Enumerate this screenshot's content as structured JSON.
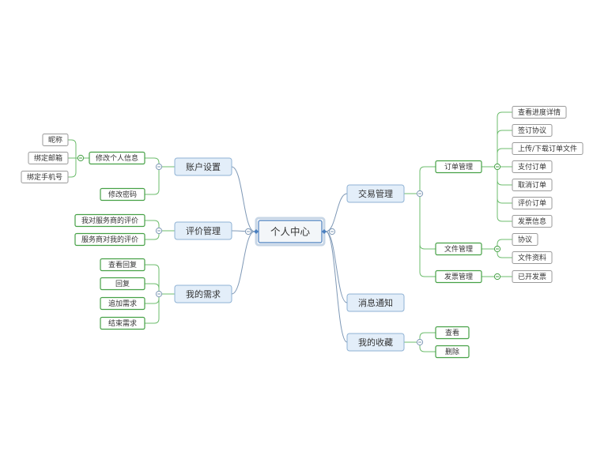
{
  "colors": {
    "root_border": "#4a7fbf",
    "root_fill": "#ffffff",
    "l1_border": "#8fb2d4",
    "l1_fill": "#e3eef9",
    "l1_line": "#7e98b6",
    "l2_border": "#46a146",
    "l2_line": "#6cbc6c",
    "l3_border": "#9a9a9a",
    "l3_line": "#6cbc6c",
    "text": "#333333"
  },
  "mindmap": {
    "root": "个人中心",
    "left": [
      {
        "label": "账户设置",
        "children": [
          {
            "label": "修改个人信息",
            "children": [
              "昵称",
              "绑定邮箱",
              "绑定手机号"
            ]
          },
          {
            "label": "修改密码",
            "children": []
          }
        ]
      },
      {
        "label": "评价管理",
        "children": [
          {
            "label": "我对服务商的评价",
            "children": []
          },
          {
            "label": "服务商对我的评价",
            "children": []
          }
        ]
      },
      {
        "label": "我的需求",
        "children": [
          {
            "label": "查看回复",
            "children": []
          },
          {
            "label": "回复",
            "children": []
          },
          {
            "label": "追加需求",
            "children": []
          },
          {
            "label": "结束需求",
            "children": []
          }
        ]
      }
    ],
    "right": [
      {
        "label": "交易管理",
        "children": [
          {
            "label": "订单管理",
            "children": [
              "查看进度详情",
              "签订协议",
              "上传/下载订单文件",
              "支付订单",
              "取消订单",
              "评价订单",
              "发票信息"
            ]
          },
          {
            "label": "文件管理",
            "children": [
              "协议",
              "文件资料"
            ]
          },
          {
            "label": "发票管理",
            "children": [
              "已开发票"
            ]
          }
        ]
      },
      {
        "label": "消息通知",
        "children": []
      },
      {
        "label": "我的收藏",
        "children": [
          {
            "label": "查看",
            "children": []
          },
          {
            "label": "删除",
            "children": []
          }
        ]
      }
    ]
  }
}
